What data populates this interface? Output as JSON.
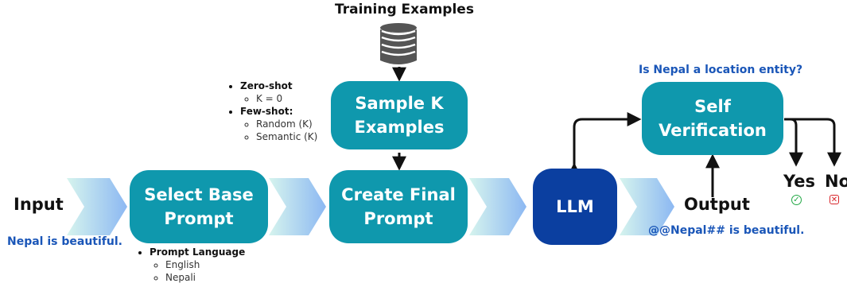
{
  "training": {
    "title": "Training Examples",
    "icon": "database-icon"
  },
  "shot_options": [
    {
      "label": "Zero-shot",
      "sub": [
        "K = 0"
      ]
    },
    {
      "label": "Few-shot:",
      "sub": [
        "Random (K)",
        "Semantic (K)"
      ]
    }
  ],
  "boxes": {
    "sample": "Sample K\nExamples",
    "select": "Select Base\nPrompt",
    "create": "Create Final\nPrompt",
    "llm": "LLM",
    "self": "Self\nVerification"
  },
  "input": {
    "label": "Input",
    "example": "Nepal is beautiful."
  },
  "output": {
    "label": "Output",
    "example": "@@Nepal## is beautiful."
  },
  "question": "Is Nepal a location entity?",
  "prompt_language": {
    "label": "Prompt Language",
    "options": [
      "English",
      "Nepali"
    ]
  },
  "decisions": {
    "yes": "Yes",
    "no": "No"
  },
  "colors": {
    "teal_box": "#0f98ad",
    "llm_box": "#0b3fa0",
    "blue_text": "#1a56b8",
    "yes_badge": "#22a845",
    "no_badge": "#d8262b"
  }
}
